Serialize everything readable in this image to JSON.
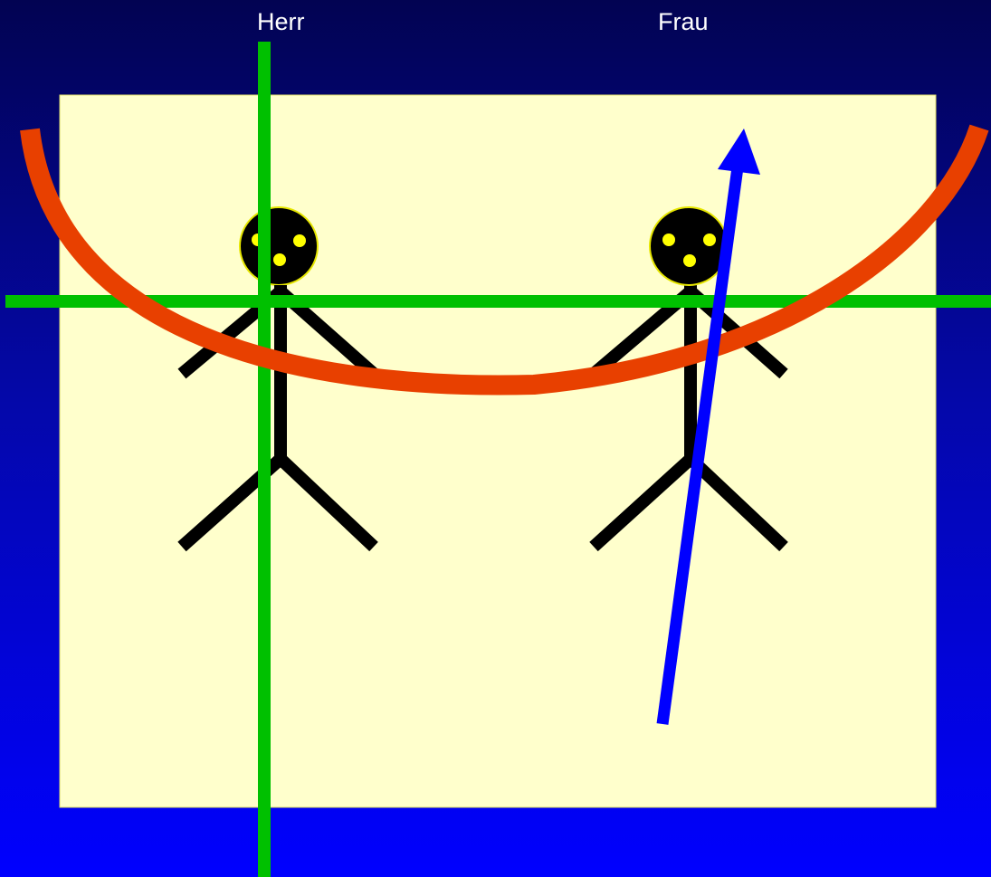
{
  "labels": {
    "left_figure": "Herr",
    "right_figure": "Frau"
  },
  "colors": {
    "background_top": "#020352",
    "background_bottom": "#0000ff",
    "panel": "#ffffcc",
    "panel_border": "#d9d96a",
    "green_axes": "#00c000",
    "red_curve": "#e84000",
    "blue_arrow": "#0000ff",
    "figure": "#000000",
    "face_dots": "#ffff00",
    "label_text": "#ffffff"
  },
  "elements": {
    "figures": [
      "stick-figure",
      "stick-figure"
    ],
    "axes": [
      "vertical-green-line",
      "horizontal-green-line"
    ],
    "curve": "red-arc",
    "arrow": "blue-arrow"
  }
}
